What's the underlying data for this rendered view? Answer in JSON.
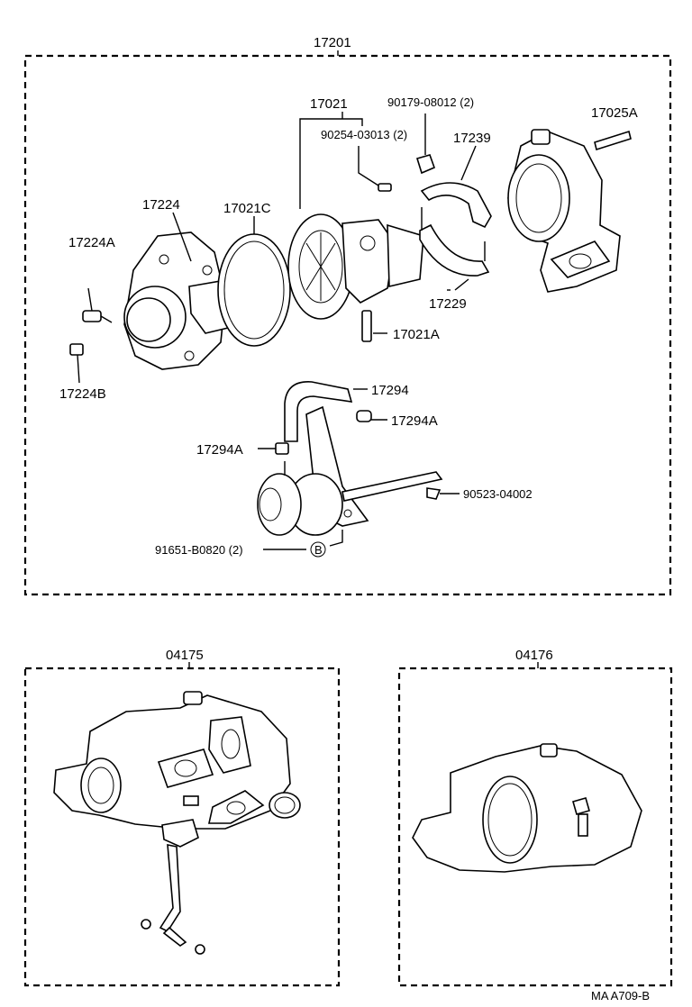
{
  "labels": {
    "assembly": "17201",
    "cartridge": "17021",
    "nut_90179": "90179-08012 (2)",
    "bolt_90254": "90254-03013 (2)",
    "clamp_17239": "17239",
    "stud_17025A": "17025A",
    "housing_17224": "17224",
    "gasket_17021C": "17021C",
    "bolt_17224A": "17224A",
    "plug_17224B": "17224B",
    "clamp_17229": "17229",
    "stud_17021A": "17021A",
    "hose_17294": "17294",
    "clip_17294A_right": "17294A",
    "clip_17294A_left": "17294A",
    "clip_90523": "90523-04002",
    "bolt_91651": "91651-B0820 (2)",
    "ref_b": "B",
    "kit_04175": "04175",
    "kit_04176": "04176",
    "figure_code": "MA  A709-B"
  }
}
